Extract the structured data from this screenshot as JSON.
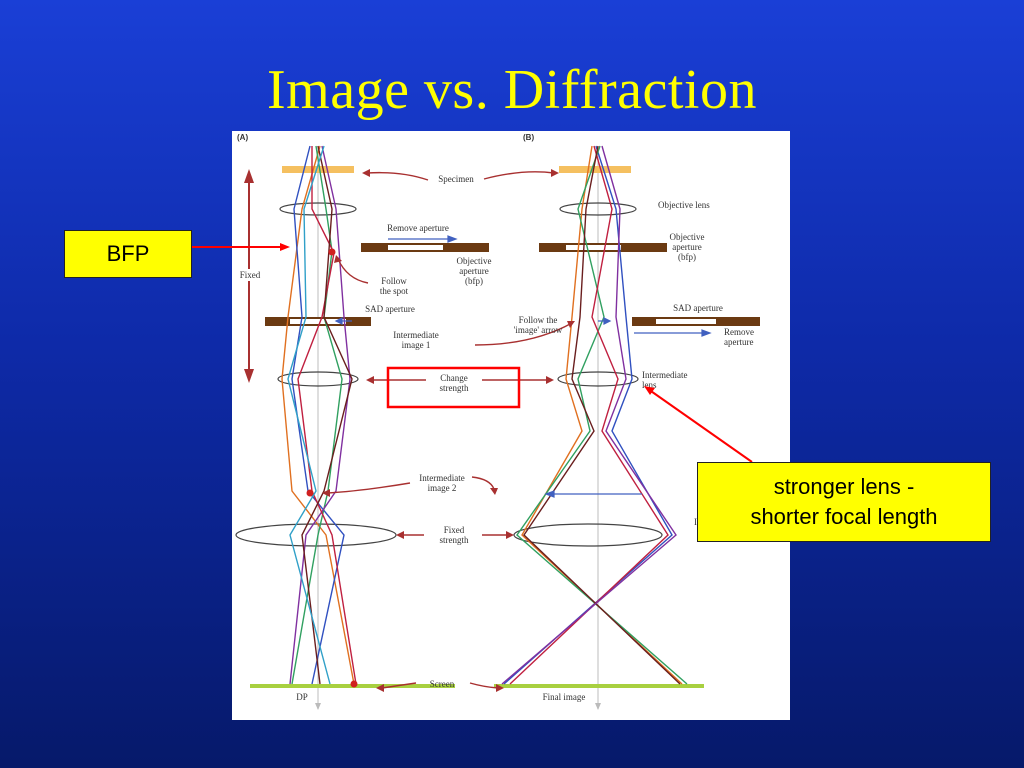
{
  "title": "Image vs. Diffraction",
  "callouts": {
    "bfp": "BFP",
    "stronger_line1": "stronger lens -",
    "stronger_line2": "shorter focal length"
  },
  "figure": {
    "panel_a": "(A)",
    "panel_b": "(B)",
    "labels": {
      "specimen": "Specimen",
      "objective_lens": "Objective lens",
      "remove_aperture": "Remove aperture",
      "objective_aperture_a_1": "Objective",
      "objective_aperture_a_2": "aperture",
      "objective_aperture_a_3": "(bfp)",
      "objective_aperture_b_1": "Objective",
      "objective_aperture_b_2": "aperture",
      "objective_aperture_b_3": "(bfp)",
      "follow_spot_1": "Follow",
      "follow_spot_2": "the spot",
      "fixed": "Fixed",
      "sad_aperture_a": "SAD aperture",
      "sad_aperture_b": "SAD aperture",
      "follow_image_1": "Follow the",
      "follow_image_2": "'image' arrow",
      "remove_1": "Remove",
      "remove_2": "aperture",
      "intermediate_image1_1": "Intermediate",
      "intermediate_image1_2": "image 1",
      "change_strength_1": "Change",
      "change_strength_2": "strength",
      "intermediate_lens_1": "Intermediate",
      "intermediate_lens_2": "lens",
      "intermediate_image2_1": "Intermediate",
      "intermediate_image2_2": "image 2",
      "fixed_strength_1": "Fixed",
      "fixed_strength_2": "strength",
      "screen": "Screen",
      "dp": "DP",
      "final_image": "Final image",
      "edge_mark": "I"
    }
  },
  "colors": {
    "title": "#ffff00",
    "callout_bg": "#ffff00",
    "highlight": "#ff0000",
    "specimen": "#f5c060",
    "aperture": "#6b3a12",
    "screen": "#a8d040",
    "leader": "#a83030"
  }
}
